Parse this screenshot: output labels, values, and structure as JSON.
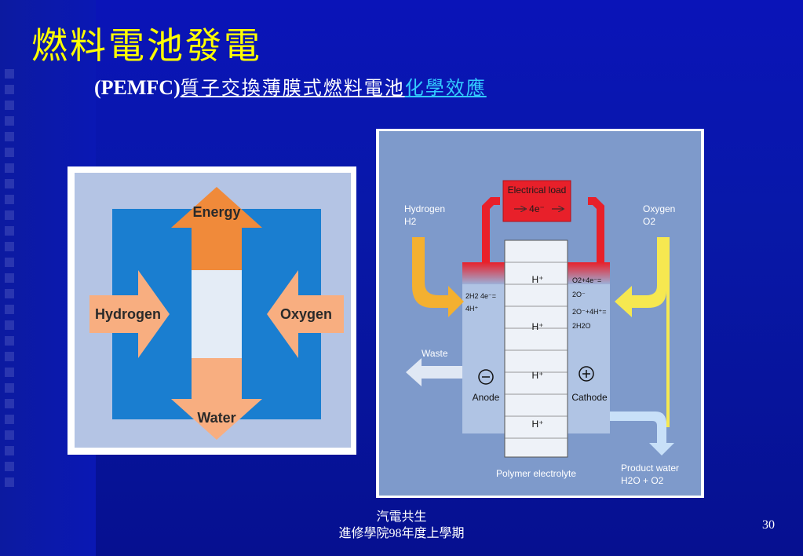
{
  "slide": {
    "title": "燃料電池發電",
    "subtitle_paren": "(PEMFC)",
    "subtitle_part1": "質子交換薄膜式燃料電池",
    "subtitle_part2": "化學效應",
    "footer_line1": "汽電共生",
    "footer_line2": "進修學院98年度上學期",
    "page_number": "30"
  },
  "left_diagram": {
    "energy": "Energy",
    "hydrogen": "Hydrogen",
    "oxygen": "Oxygen",
    "water": "Water"
  },
  "right_diagram": {
    "electrical_load": "Electrical load",
    "electrons": "4e⁻",
    "hydrogen": "Hydrogen",
    "h2": "H2",
    "oxygen": "Oxygen",
    "o2": "O2",
    "anode_reaction_1": "2H2  4e⁻=",
    "anode_reaction_2": "4H⁺",
    "cathode_reaction_1": "O2+4e⁻=",
    "cathode_reaction_2": "2O⁻",
    "cathode_reaction_3": "2O⁻+4H⁺=",
    "cathode_reaction_4": "2H2O",
    "proton": "H⁺",
    "waste": "Waste",
    "anode": "Anode",
    "cathode": "Cathode",
    "polymer": "Polymer electrolyte",
    "product_water": "Product water",
    "product_formula": "H2O + O2",
    "minus_sign": "−",
    "plus_sign": "+"
  }
}
